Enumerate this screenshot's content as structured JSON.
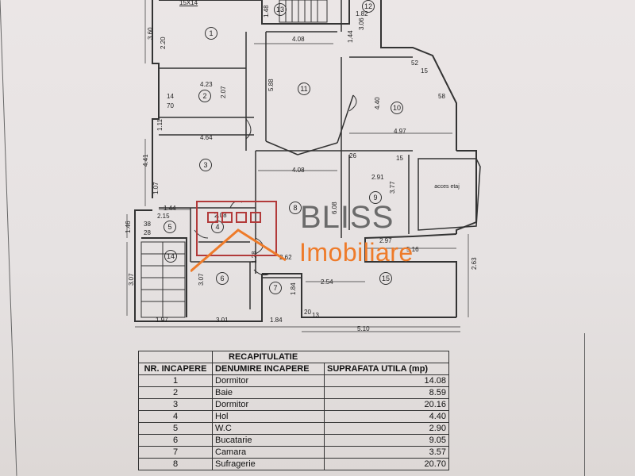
{
  "plan": {
    "dimensions": {
      "d_15x14": "15X14",
      "d_3_60": "3.60",
      "d_2_20": "2.20",
      "d_1_48": "1.48",
      "d_1_82": "1.82",
      "d_3_06": "3.06",
      "d_1_44": "1.44",
      "d_4_08_top": "4.08",
      "d_5_88": "5.88",
      "d_4_23": "4.23",
      "d_2_07": "2.07",
      "d_70": "70",
      "d_14a": "14",
      "d_4_40": "4.40",
      "d_4_97": "4.97",
      "d_52": "52",
      "d_58": "58",
      "d_15a": "15",
      "d_4_64": "4.64",
      "d_4_41": "4.41",
      "d_1_11": "1.11",
      "d_4_08_mid": "4.08",
      "d_2_91": "2.91",
      "d_3_77": "3.77",
      "d_6_08": "6.08",
      "d_1_07": "1.07",
      "d_1_44b": "1.44",
      "d_2_15": "2.15",
      "d_1_46": "1.46",
      "d_2_08": "2.08",
      "d_2_97": "2.97",
      "d_5_16": "5.16",
      "d_2_63": "2.63",
      "d_2_62": "2.62",
      "d_1_28": "1.28",
      "d_3_07a": "3.07",
      "d_3_07b": "3.07",
      "d_2_54": "2.54",
      "d_1_84v": "1.84",
      "d_1_97": "1.97",
      "d_3_01": "3.01",
      "d_1_84": "1.84",
      "d_5_10": "5.10",
      "d_38": "38",
      "d_28": "28",
      "d_20": "20",
      "d_26": "26",
      "d_15b": "15",
      "d_13": "13"
    },
    "rooms": [
      "1",
      "2",
      "3",
      "4",
      "5",
      "6",
      "7",
      "8",
      "9",
      "10",
      "11",
      "12",
      "13",
      "14",
      "15"
    ],
    "acces_label": "acces etaj"
  },
  "logo": {
    "brand": "BLISS",
    "sub": "Imobiliare",
    "colors": {
      "gray": "#6b6b6b",
      "orange": "#ee7b2a",
      "red": "#b23a3a"
    }
  },
  "recap": {
    "title": "RECAPITULATIE",
    "headers": [
      "NR. INCAPERE",
      "DENUMIRE INCAPERE",
      "SUPRAFATA UTILA (mp)"
    ],
    "rows": [
      {
        "nr": "1",
        "name": "Dormitor",
        "area": "14.08"
      },
      {
        "nr": "2",
        "name": "Baie",
        "area": "8.59"
      },
      {
        "nr": "3",
        "name": "Dormitor",
        "area": "20.16"
      },
      {
        "nr": "4",
        "name": "Hol",
        "area": "4.40"
      },
      {
        "nr": "5",
        "name": "W.C",
        "area": "2.90"
      },
      {
        "nr": "6",
        "name": "Bucatarie",
        "area": "9.05"
      },
      {
        "nr": "7",
        "name": "Camara",
        "area": "3.57"
      },
      {
        "nr": "8",
        "name": "Sufragerie",
        "area": "20.70"
      }
    ]
  }
}
